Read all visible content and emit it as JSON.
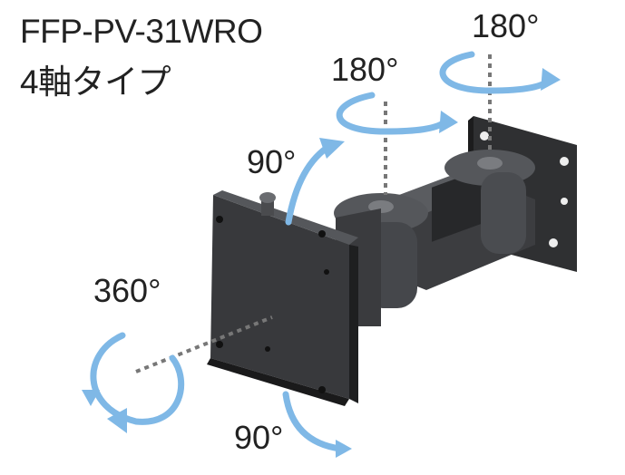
{
  "product": {
    "model": "FFP-PV-31WRO",
    "type": "4軸タイプ"
  },
  "angles": {
    "top_right": "180°",
    "top_middle": "180°",
    "tilt_up": "90°",
    "rotation": "360°",
    "tilt_down": "90°"
  },
  "colors": {
    "arrow": "#7fb8e6",
    "metal": "#3a3b3d",
    "text": "#222222"
  }
}
